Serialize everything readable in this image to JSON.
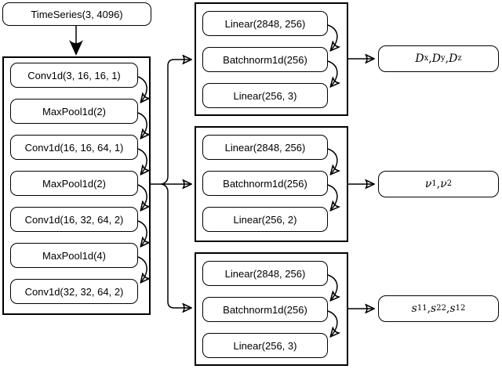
{
  "diagram": {
    "title_hint": "CNN time-series architecture with three fully-connected output heads",
    "colors": {
      "stroke": "#000000",
      "background": "#ffffff"
    },
    "input": {
      "label": "TimeSeries(3, 4096)"
    },
    "encoder": {
      "layers": [
        "Conv1d(3, 16, 16, 1)",
        "MaxPool1d(2)",
        "Conv1d(16, 16, 64, 1)",
        "MaxPool1d(2)",
        "Conv1d(16, 32, 64, 2)",
        "MaxPool1d(4)",
        "Conv1d(32, 32, 64, 2)"
      ]
    },
    "heads": [
      {
        "layers": [
          "Linear(2848, 256)",
          "Batchnorm1d(256)",
          "Linear(256, 3)"
        ],
        "output_terms": [
          {
            "base": "D",
            "sub": "x"
          },
          {
            "base": "D",
            "sub": "y"
          },
          {
            "base": "D",
            "sub": "z"
          }
        ]
      },
      {
        "layers": [
          "Linear(2848, 256)",
          "Batchnorm1d(256)",
          "Linear(256, 2)"
        ],
        "output_terms": [
          {
            "base": "ν",
            "sub": "1"
          },
          {
            "base": "ν",
            "sub": "2"
          }
        ]
      },
      {
        "layers": [
          "Linear(2848, 256)",
          "Batchnorm1d(256)",
          "Linear(256, 3)"
        ],
        "output_terms": [
          {
            "base": "s",
            "sub": "11"
          },
          {
            "base": "s",
            "sub": "22"
          },
          {
            "base": "s",
            "sub": "12"
          }
        ]
      }
    ]
  }
}
